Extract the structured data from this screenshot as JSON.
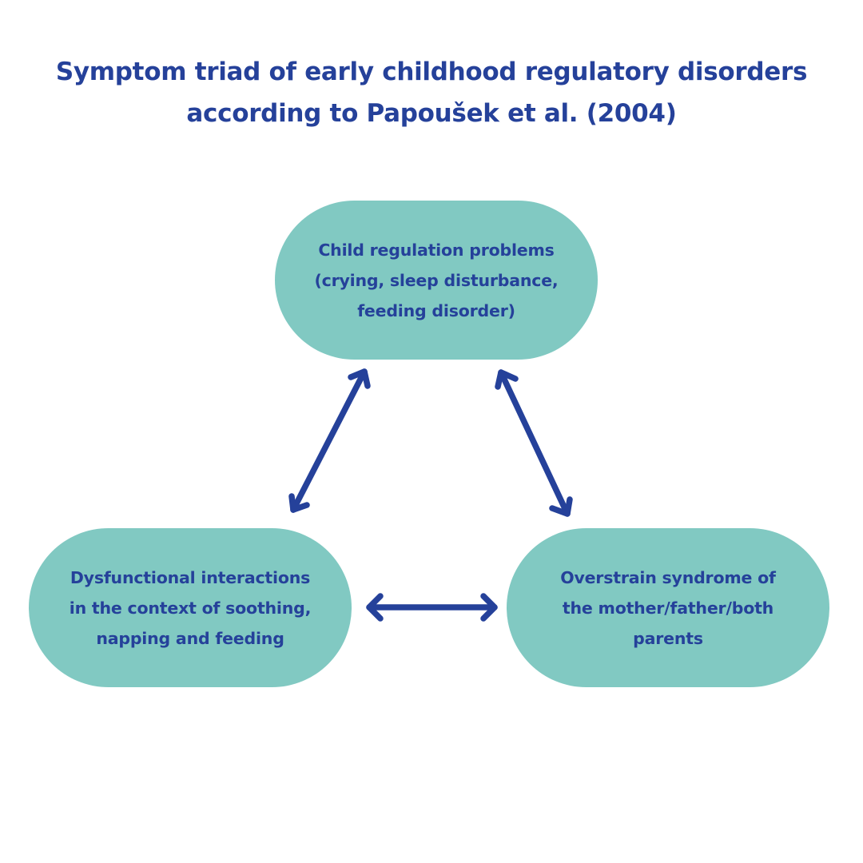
{
  "title": {
    "lines": [
      "Symptom triad of early childhood regulatory disorders",
      "according to Papoušek et al. (2004)"
    ]
  },
  "nodes": {
    "top": {
      "lines": [
        "Child regulation problems",
        "(crying, sleep disturbance,",
        "feeding disorder)"
      ]
    },
    "left": {
      "lines": [
        "Dysfunctional interactions",
        "in the context of soothing,",
        "napping and feeding"
      ]
    },
    "right": {
      "lines": [
        "Overstrain syndrome of",
        "the mother/father/both",
        "parents"
      ]
    }
  },
  "connections": [
    {
      "from": "top",
      "to": "left",
      "type": "bidirectional"
    },
    {
      "from": "top",
      "to": "right",
      "type": "bidirectional"
    },
    {
      "from": "left",
      "to": "right",
      "type": "bidirectional"
    }
  ],
  "colors": {
    "node_fill": "#81C9C2",
    "text": "#25419A",
    "arrow": "#25419A",
    "background": "#FFFFFF"
  }
}
